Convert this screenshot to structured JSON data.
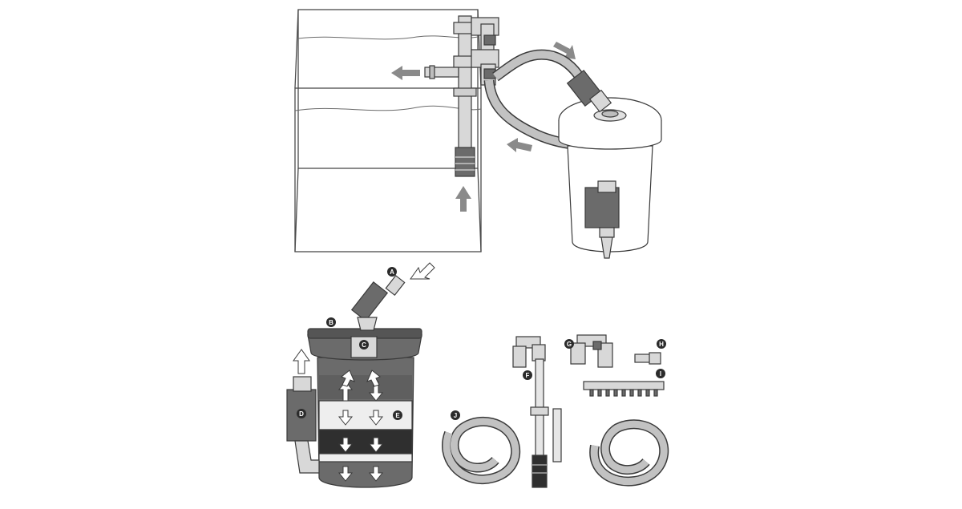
{
  "colors": {
    "outline": "#3a3a3a",
    "tank_line": "#4a4a4a",
    "pipe_fill": "#d8d8d8",
    "hose_fill": "#c2c2c2",
    "dark_part": "#6b6b6b",
    "darker_part": "#555555",
    "media_dark": "#2f2f2f",
    "media_light": "#eeeeee",
    "arrow_gray": "#8a8a8a",
    "label_bg": "#2b2b2b",
    "label_text": "#ffffff"
  },
  "labels": {
    "a": "A",
    "b": "B",
    "c": "C",
    "d": "D",
    "e": "E",
    "f": "F",
    "g": "G",
    "h": "H",
    "i": "I",
    "j": "J"
  },
  "icons": {
    "flow_arrow": "arrow-icon",
    "hollow_arrow": "hollow-arrow-icon"
  }
}
